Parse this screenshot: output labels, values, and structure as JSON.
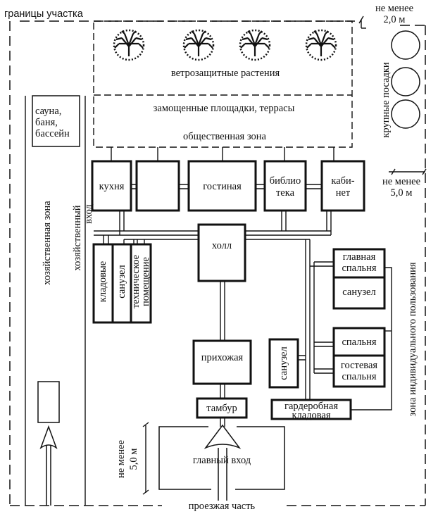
{
  "labels": {
    "site_boundary": "границы участка",
    "windbreak_plants": "ветрозащитные растения",
    "paved_areas": "замощенные площадки, террасы",
    "public_zone": "общественная зона",
    "sauna": "сауна,",
    "bath": "баня,",
    "pool": "бассейн",
    "utility_zone": "хозяйственная зона",
    "utility_entrance_1": "хозяйственный",
    "utility_entrance_2": "вход",
    "kitchen": "кухня",
    "living_room": "гостиная",
    "library_1": "библио",
    "library_2": "тека",
    "study_1": "каби-",
    "study_2": "нет",
    "hall": "холл",
    "storage": "кладовые",
    "bathroom_left": "санузел",
    "technical_1": "техническое",
    "technical_2": "помещение",
    "master_bedroom_1": "главная",
    "master_bedroom_2": "спальня",
    "bathroom_master": "санузел",
    "bedroom": "спальня",
    "guest_bedroom_1": "гостевая",
    "guest_bedroom_2": "спальня",
    "bathroom_mid": "санузел",
    "wardrobe_1": "гардеробная",
    "wardrobe_2": "кладовая",
    "foyer": "прихожая",
    "vestibule": "тамбур",
    "main_entrance": "главный вход",
    "roadway": "проезжая часть",
    "private_zone": "зона индивидуального пользования",
    "large_plantings": "крупные посадки",
    "min_2m_1": "не менее",
    "min_2m_2": "2,0 м",
    "min_5m_right_1": "не менее",
    "min_5m_right_2": "5,0 м",
    "min_5m_bottom_1": "не менее",
    "min_5m_bottom_2": "5,0 м"
  }
}
